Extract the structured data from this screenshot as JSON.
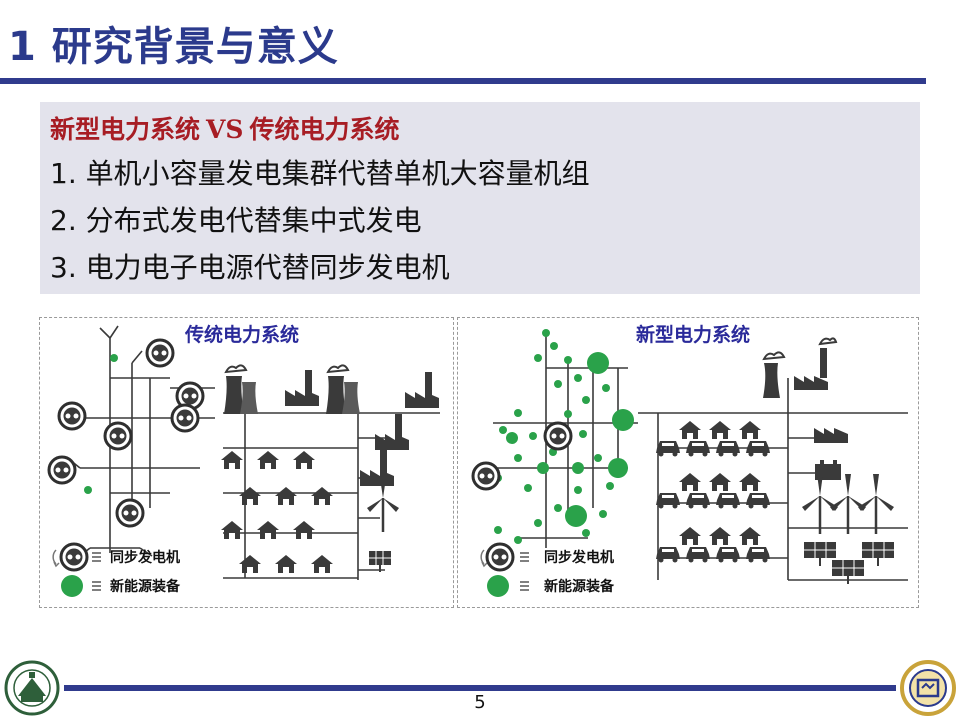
{
  "slide": {
    "title": "1 研究背景与意义",
    "page_number": "5"
  },
  "comparison": {
    "heading_new": "新型电力系统",
    "heading_vs": "VS",
    "heading_old": "传统电力系统",
    "items": [
      "1. 单机小容量发电集群代替单机大容量机组",
      "2. 分布式发电代替集中式发电",
      "3. 电力电子电源代替同步发电机"
    ]
  },
  "panels": {
    "traditional": {
      "title": "传统电力系统",
      "legend_sync": "同步发电机",
      "legend_new": "新能源装备"
    },
    "new_type": {
      "title": "新型电力系统",
      "legend_sync": "同步发电机",
      "legend_new": "新能源装备"
    }
  },
  "colors": {
    "title_blue": "#2b3a8c",
    "rule_blue": "#303b8d",
    "heading_red": "#a71d24",
    "panel_title_blue": "#2a2a9a",
    "renewable_green": "#2aa24a",
    "infrastructure_dark": "#3a3a3a"
  },
  "icons": {
    "generator": "synchronous-generator-icon",
    "renewable": "renewable-device-icon",
    "power_plant": "cooling-tower-icon",
    "house": "house-icon",
    "car": "car-icon",
    "wind": "wind-turbine-icon",
    "solar": "solar-panel-icon",
    "factory": "factory-icon"
  }
}
